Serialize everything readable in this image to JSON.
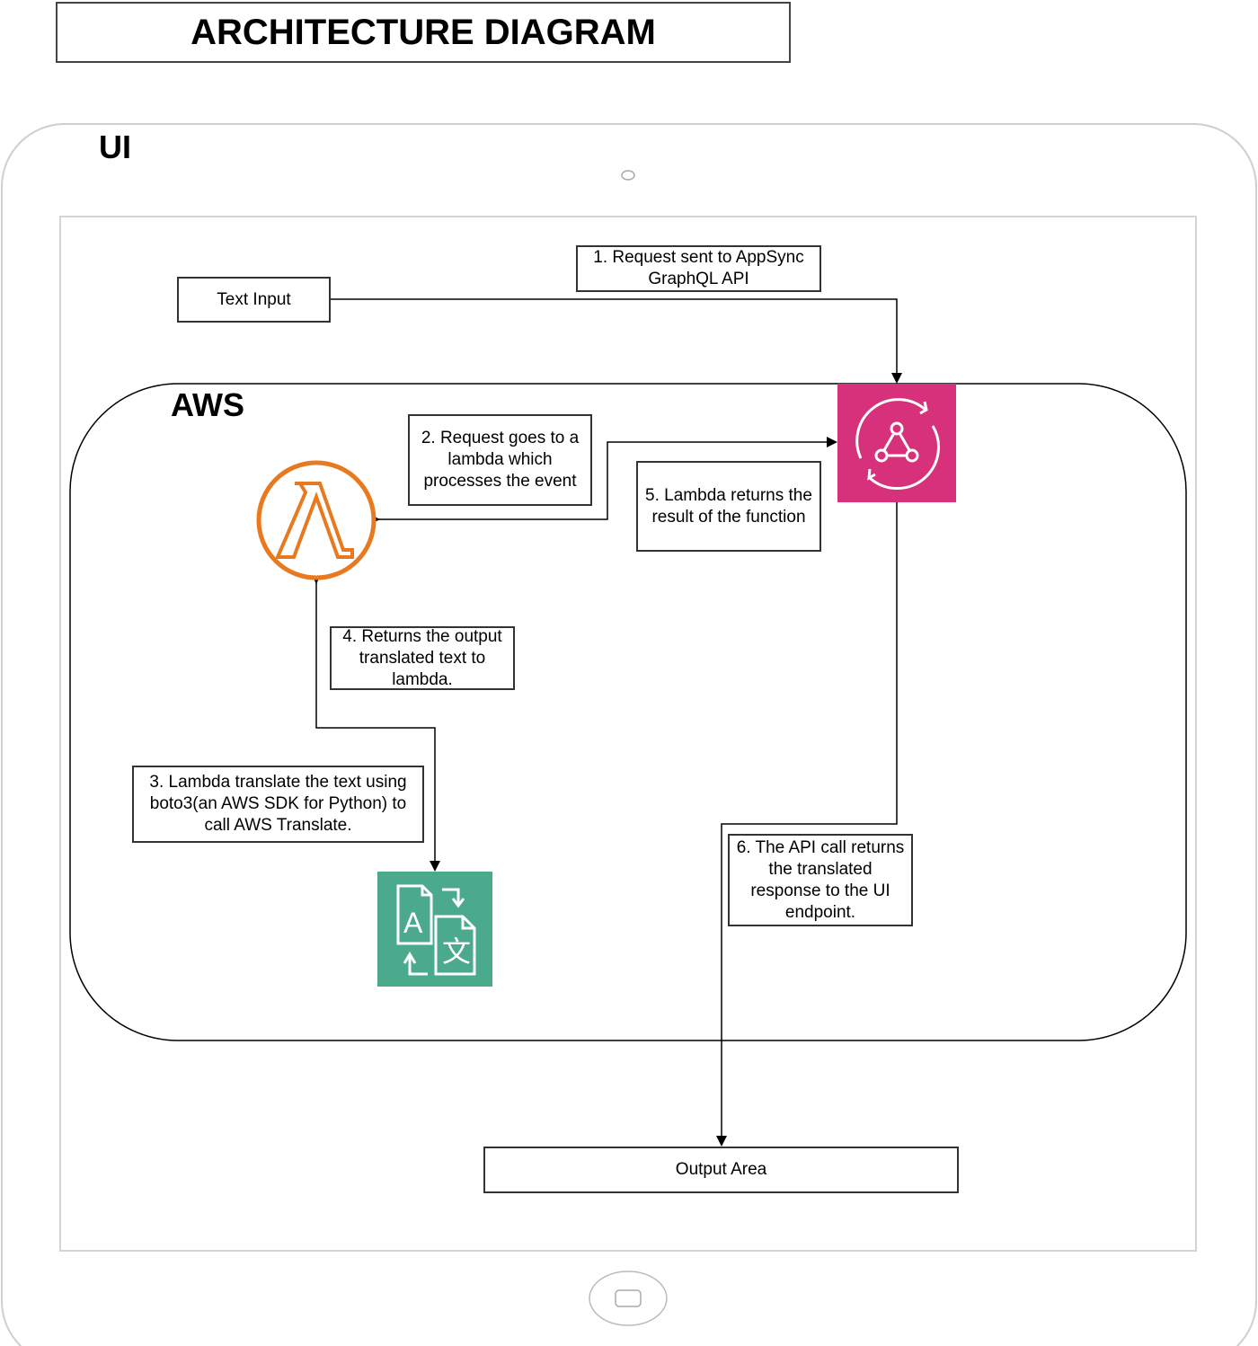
{
  "title": "ARCHITECTURE DIAGRAM",
  "ui_label": "UI",
  "aws_label": "AWS",
  "nodes": {
    "text_input": "Text Input",
    "output_area": "Output Area"
  },
  "steps": {
    "step1": "1. Request sent to AppSync GraphQL API",
    "step2": "2. Request goes to a lambda which processes the event",
    "step3": "3. Lambda translate the text using boto3(an AWS SDK for Python) to call AWS Translate.",
    "step4": "4. Returns the output translated text to lambda.",
    "step5": "5. Lambda returns the result of the function",
    "step6": "6. The API call returns the translated response to the UI endpoint."
  },
  "icons": {
    "lambda": "lambda-icon",
    "appsync": "appsync-icon",
    "translate": "translate-icon"
  },
  "colors": {
    "lambda": "#E8791E",
    "appsync": "#D6317A",
    "translate": "#4BA98C"
  }
}
